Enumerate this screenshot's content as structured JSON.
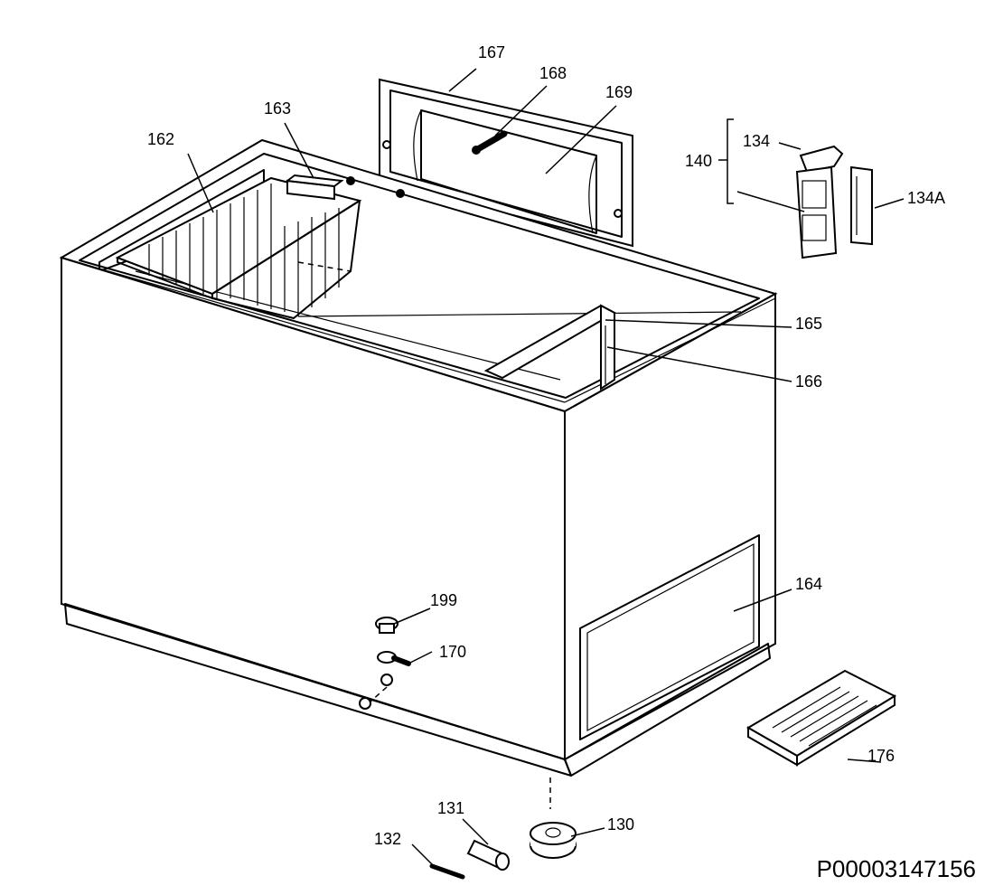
{
  "labels": {
    "p130": "130",
    "p131": "131",
    "p132": "132",
    "p134": "134",
    "p134a": "134A",
    "p140": "140",
    "p162": "162",
    "p163": "163",
    "p164": "164",
    "p165": "165",
    "p166": "166",
    "p167": "167",
    "p168": "168",
    "p169": "169",
    "p170": "170",
    "p176": "176",
    "p199": "199"
  },
  "figure_code": "P00003147156"
}
